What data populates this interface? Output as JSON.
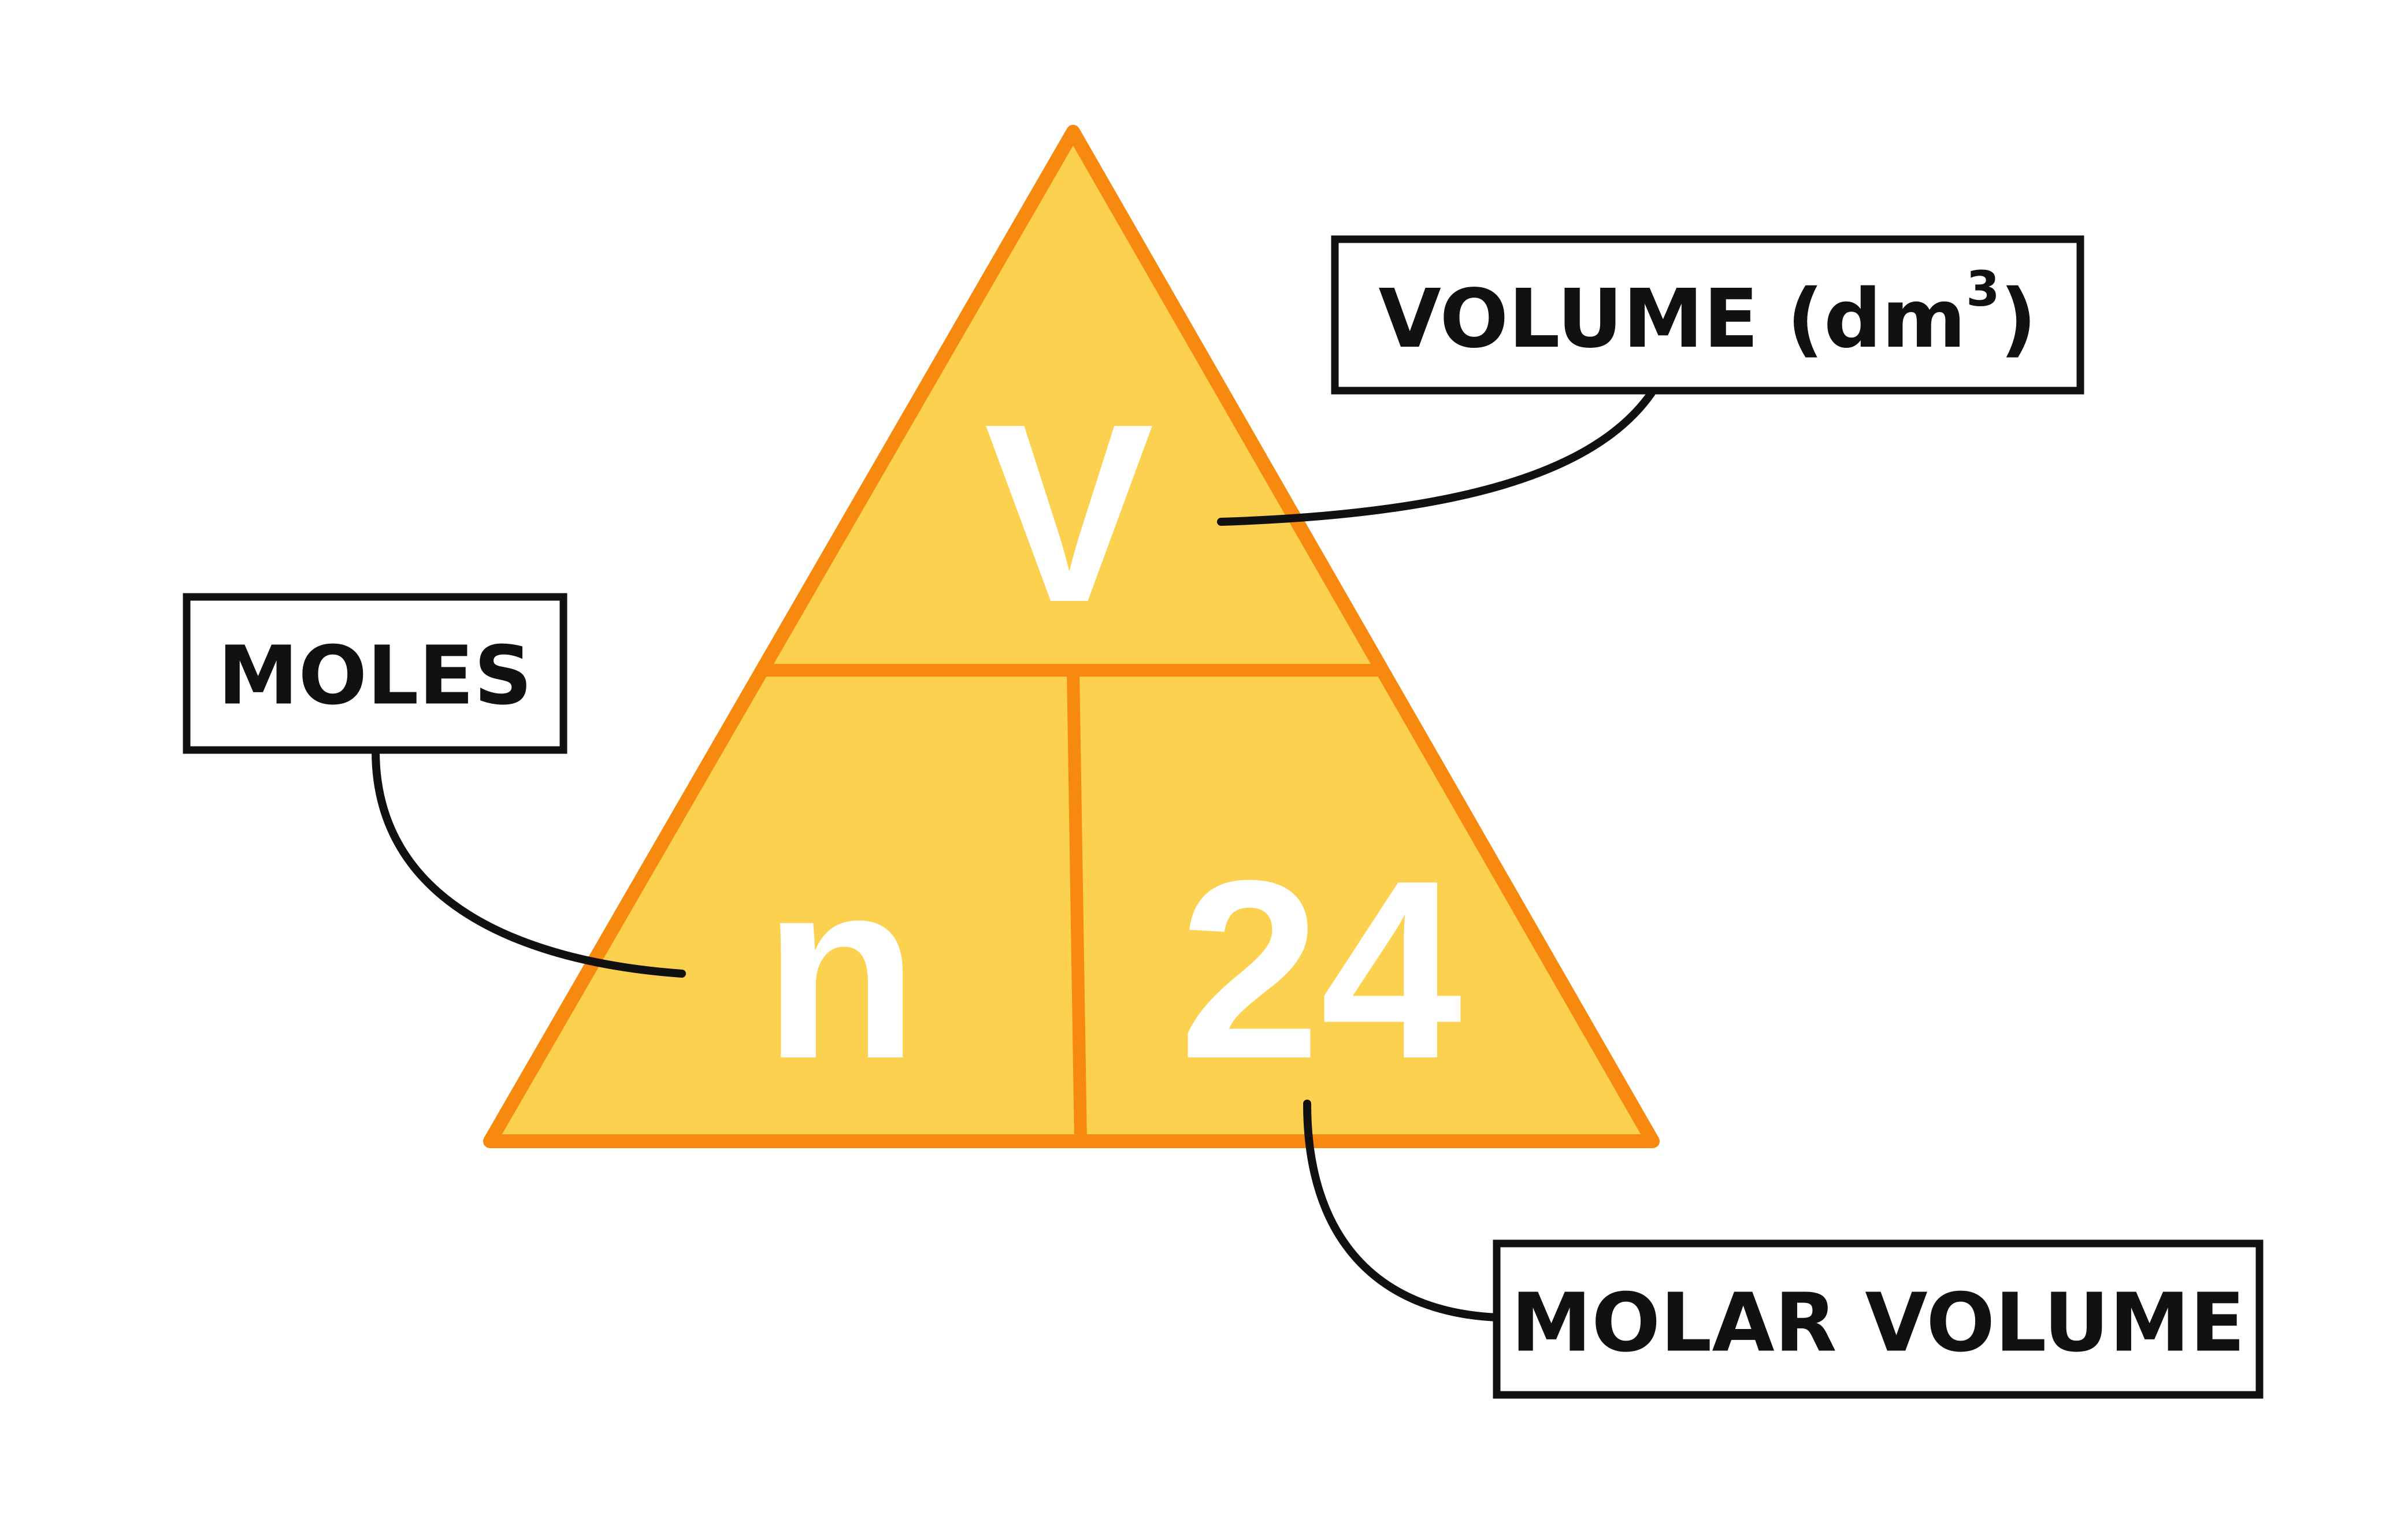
{
  "triangle": {
    "top_symbol": "V",
    "bottom_left_symbol": "n",
    "bottom_right_symbol": "24",
    "fill_color": "#fdd150",
    "stroke_color": "#f7890f"
  },
  "labels": {
    "volume": {
      "text": "VOLUME (dm",
      "superscript": "3",
      "closing": ")"
    },
    "moles": {
      "text": "MOLES"
    },
    "molar_volume": {
      "text": "MOLAR VOLUME"
    }
  },
  "colors": {
    "symbol_text": "#ffffff",
    "label_text": "#111111",
    "label_border": "#111111",
    "background": "#ffffff"
  }
}
